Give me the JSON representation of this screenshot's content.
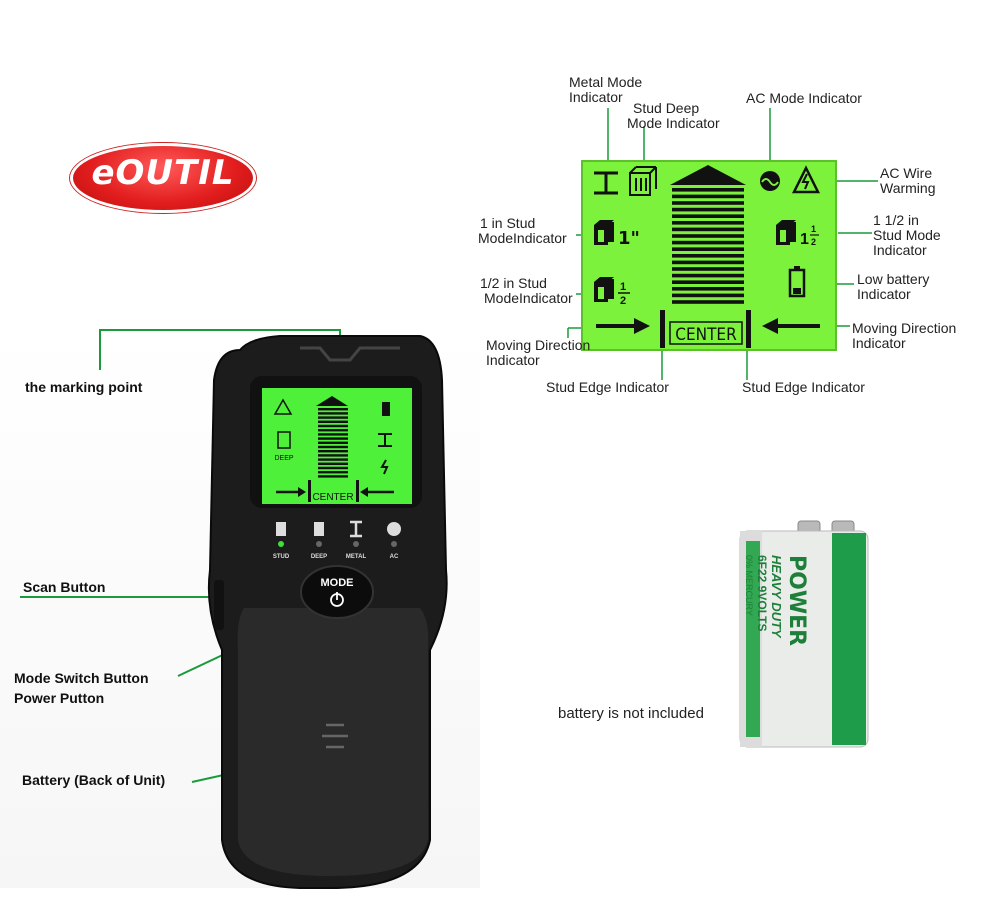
{
  "brand": {
    "logo_text": "eOUTIL"
  },
  "diagram": {
    "labels": {
      "metal_mode": [
        "Metal Mode",
        "Indicator"
      ],
      "stud_deep_mode": [
        "Stud Deep",
        "Mode Indicator"
      ],
      "ac_mode": "AC Mode Indicator",
      "ac_wire_warming": [
        "AC Wire",
        "Warming"
      ],
      "one_in_stud": [
        "1 in Stud",
        "ModeIndicator"
      ],
      "one_half_in_stud": [
        "1 1/2 in",
        "Stud Mode",
        "Indicator"
      ],
      "half_in_stud": [
        "1/2 in Stud",
        "ModeIndicator"
      ],
      "low_battery": [
        "Low battery",
        "Indicator"
      ],
      "moving_direction_left": [
        "Moving Direction",
        "Indicator"
      ],
      "moving_direction_right": [
        "Moving Direction",
        "Indicator"
      ],
      "stud_edge_left": "Stud Edge Indicator",
      "stud_edge_right": "Stud Edge Indicator"
    },
    "lcd": {
      "center_text": "CENTER",
      "one_in_symbol": "1\"",
      "one_half_symbol_whole": "1",
      "half_numerator": "1",
      "half_denominator": "2",
      "bar_count": 18,
      "background": "#7cf23c"
    }
  },
  "device": {
    "callouts": {
      "marking_point": "the marking point",
      "scan_button": "Scan Button",
      "mode_switch": [
        "Mode Switch Button",
        "Power Putton"
      ],
      "battery_back": "Battery (Back of Unit)"
    },
    "screen": {
      "center_text": "CENTER",
      "deep_text": "DEEP",
      "bar_count": 17
    },
    "mode_labels": [
      "STUD",
      "DEEP",
      "METAL",
      "AC"
    ],
    "mode_button": "MODE"
  },
  "battery": {
    "note": "battery is not included",
    "brand": "POWER",
    "line1": "HEAVY DUTY",
    "line2": "6F22 9VOLTS",
    "line3": "0% MERCURY"
  },
  "colors": {
    "callout_line": "#1a9a3a",
    "lcd_green": "#7cf23c",
    "screen_green": "#4ef03a"
  }
}
